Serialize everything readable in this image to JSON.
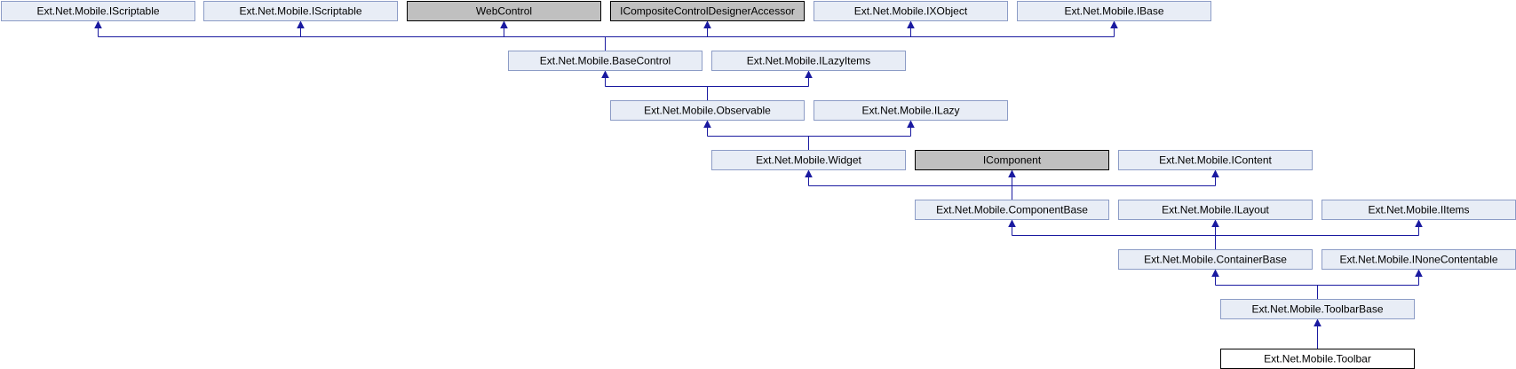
{
  "diagram": {
    "nodes": [
      {
        "id": "n1",
        "label": "Ext.Net.Mobile.IScriptable",
        "style": "class"
      },
      {
        "id": "n2",
        "label": "Ext.Net.Mobile.IScriptable",
        "style": "class"
      },
      {
        "id": "n3",
        "label": "WebControl",
        "style": "external"
      },
      {
        "id": "n4",
        "label": "ICompositeControlDesignerAccessor",
        "style": "external"
      },
      {
        "id": "n5",
        "label": "Ext.Net.Mobile.IXObject",
        "style": "class"
      },
      {
        "id": "n6",
        "label": "Ext.Net.Mobile.IBase",
        "style": "class"
      },
      {
        "id": "n7",
        "label": "Ext.Net.Mobile.BaseControl",
        "style": "class"
      },
      {
        "id": "n8",
        "label": "Ext.Net.Mobile.ILazyItems",
        "style": "class"
      },
      {
        "id": "n9",
        "label": "Ext.Net.Mobile.Observable",
        "style": "class"
      },
      {
        "id": "n10",
        "label": "Ext.Net.Mobile.ILazy",
        "style": "class"
      },
      {
        "id": "n11",
        "label": "Ext.Net.Mobile.Widget",
        "style": "class"
      },
      {
        "id": "n12",
        "label": "IComponent",
        "style": "external"
      },
      {
        "id": "n13",
        "label": "Ext.Net.Mobile.IContent",
        "style": "class"
      },
      {
        "id": "n14",
        "label": "Ext.Net.Mobile.ComponentBase",
        "style": "class"
      },
      {
        "id": "n15",
        "label": "Ext.Net.Mobile.ILayout",
        "style": "class"
      },
      {
        "id": "n16",
        "label": "Ext.Net.Mobile.IItems",
        "style": "class"
      },
      {
        "id": "n17",
        "label": "Ext.Net.Mobile.ContainerBase",
        "style": "class"
      },
      {
        "id": "n18",
        "label": "Ext.Net.Mobile.INoneContentable",
        "style": "class"
      },
      {
        "id": "n19",
        "label": "Ext.Net.Mobile.ToolbarBase",
        "style": "class"
      },
      {
        "id": "n20",
        "label": "Ext.Net.Mobile.Toolbar",
        "style": "current"
      }
    ],
    "edges": [
      {
        "child": "n7",
        "parents": [
          "n1",
          "n2",
          "n3",
          "n4",
          "n5",
          "n6"
        ]
      },
      {
        "child": "n9",
        "parents": [
          "n7",
          "n8"
        ]
      },
      {
        "child": "n11",
        "parents": [
          "n9",
          "n10"
        ]
      },
      {
        "child": "n14",
        "parents": [
          "n11",
          "n12",
          "n13"
        ]
      },
      {
        "child": "n17",
        "parents": [
          "n14",
          "n15",
          "n16"
        ]
      },
      {
        "child": "n19",
        "parents": [
          "n17",
          "n18"
        ]
      },
      {
        "child": "n20",
        "parents": [
          "n19"
        ]
      }
    ],
    "colors": {
      "class_fill": "#e8edf6",
      "class_stroke": "#8c9cc6",
      "external_fill": "#c0c0c0",
      "external_stroke": "#000000",
      "current_fill": "#ffffff",
      "current_stroke": "#000000",
      "edge": "#1a1aa0"
    }
  }
}
